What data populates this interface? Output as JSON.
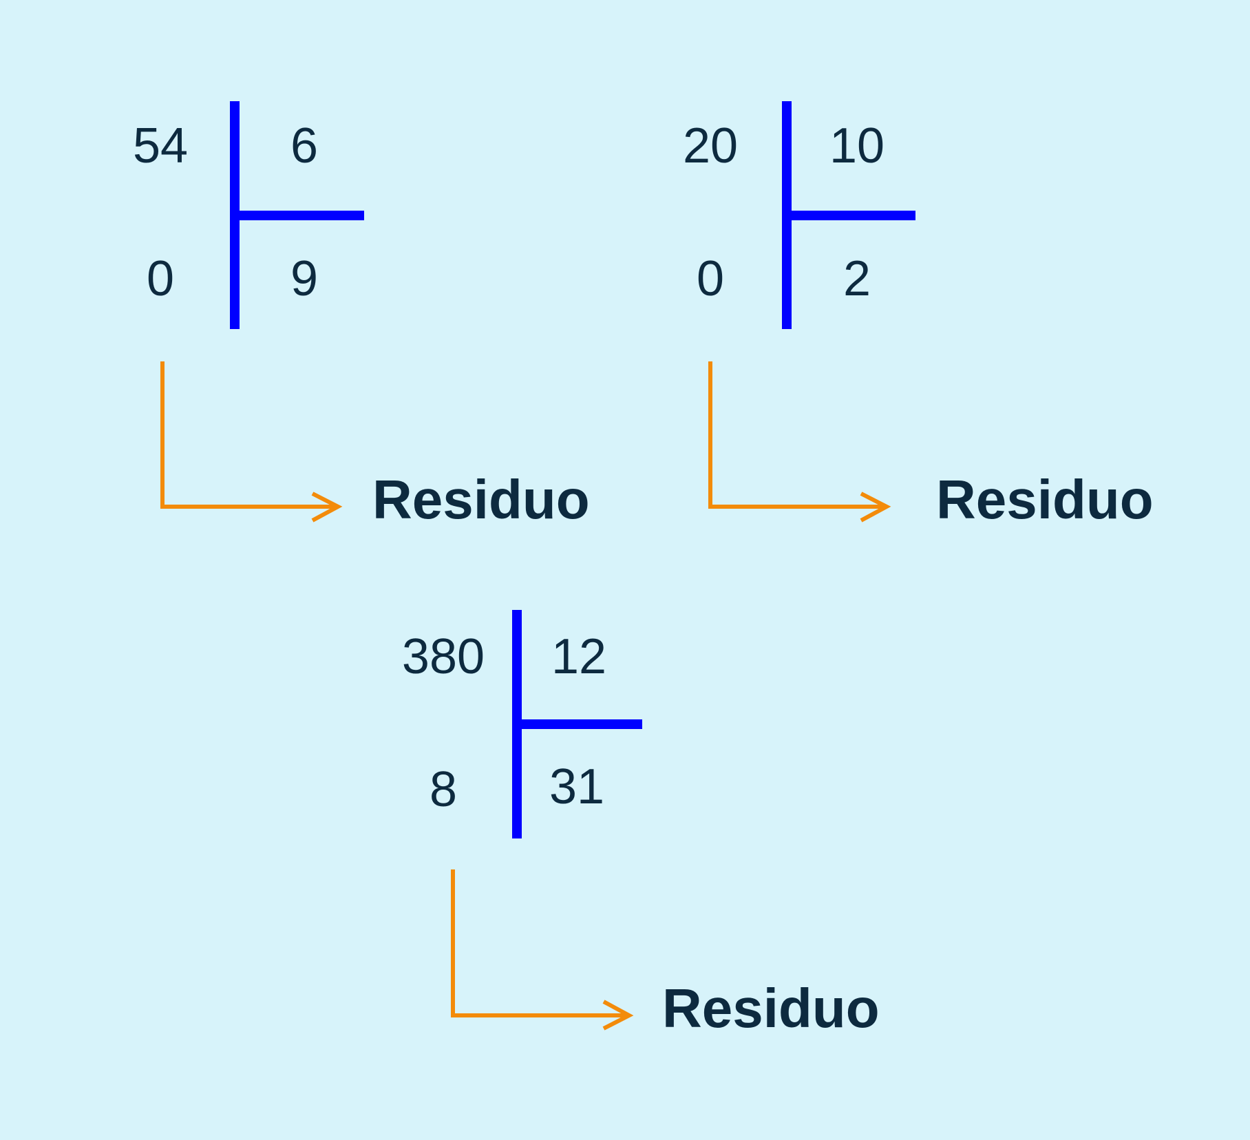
{
  "colors": {
    "background": "#d7f3fa",
    "bracket": "#0000ff",
    "arrow": "#f38b0a",
    "text": "#0d2a3f"
  },
  "divisions": [
    {
      "dividend": "54",
      "divisor": "6",
      "remainder": "0",
      "quotient": "9",
      "label": "Residuo"
    },
    {
      "dividend": "20",
      "divisor": "10",
      "remainder": "0",
      "quotient": "2",
      "label": "Residuo"
    },
    {
      "dividend": "380",
      "divisor": "12",
      "remainder": "8",
      "quotient": "31",
      "label": "Residuo"
    }
  ]
}
